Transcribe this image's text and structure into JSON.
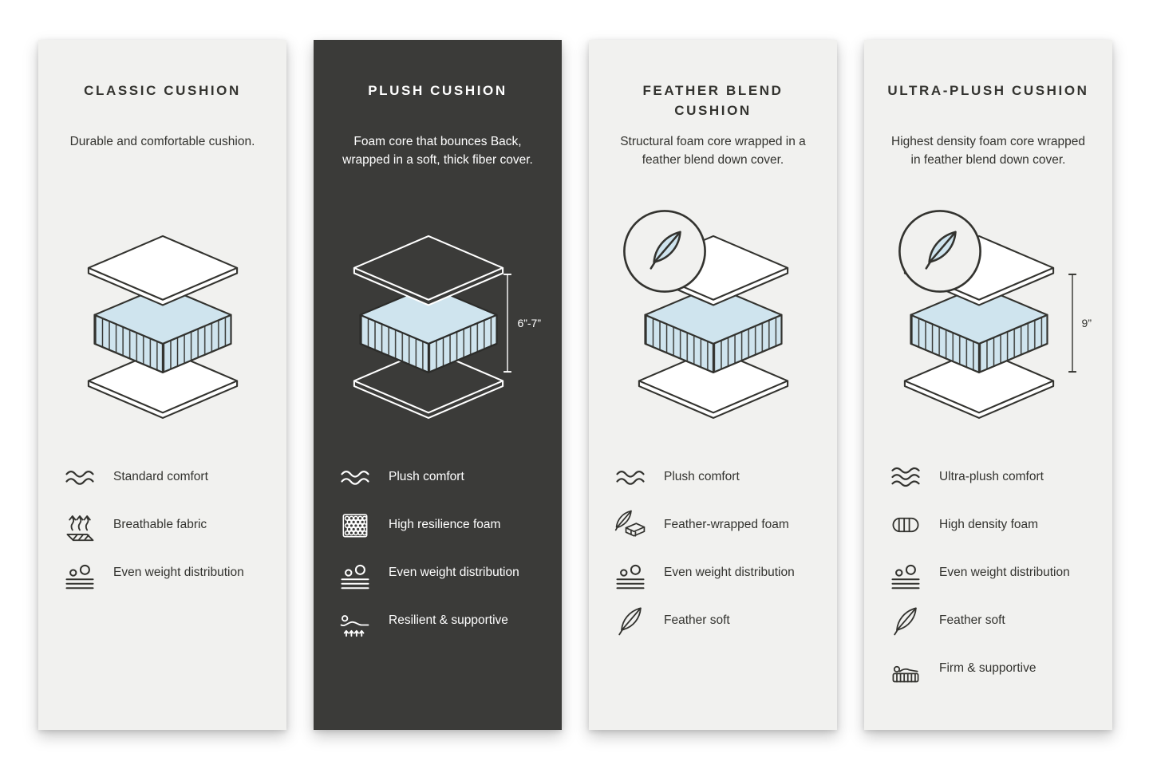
{
  "page": {
    "background": "#ffffff"
  },
  "colors": {
    "light_card_bg": "#f1f1ef",
    "dark_card_bg": "#3b3b39",
    "ink_dark": "#33332f",
    "ink_light": "#ffffff",
    "foam_blue": "#cfe4ee"
  },
  "cards": [
    {
      "title": "CLASSIC CUSHION",
      "description": "Durable and comfortable cushion.",
      "theme": "light",
      "has_feather_badge": false,
      "measurement": "",
      "features": [
        {
          "icon": "wave-icon",
          "label": "Standard comfort"
        },
        {
          "icon": "breathable-fabric-icon",
          "label": "Breathable fabric"
        },
        {
          "icon": "weight-distribution-icon",
          "label": "Even weight distribution"
        }
      ]
    },
    {
      "title": "PLUSH CUSHION",
      "description": "Foam core that bounces Back, wrapped in a soft, thick fiber cover.",
      "theme": "dark",
      "has_feather_badge": false,
      "measurement": "6”-7”",
      "features": [
        {
          "icon": "wave-icon",
          "label": "Plush comfort"
        },
        {
          "icon": "foam-cells-icon",
          "label": "High resilience foam"
        },
        {
          "icon": "weight-distribution-icon",
          "label": "Even weight distribution"
        },
        {
          "icon": "recliner-icon",
          "label": "Resilient & supportive"
        }
      ]
    },
    {
      "title": "FEATHER BLEND CUSHION",
      "description": "Structural foam core wrapped in a feather blend down cover.",
      "theme": "light",
      "has_feather_badge": true,
      "badge_icon": "feather-icon",
      "measurement": "",
      "features": [
        {
          "icon": "wave-icon",
          "label": "Plush comfort"
        },
        {
          "icon": "feather-wrapped-foam-icon",
          "label": "Feather-wrapped foam"
        },
        {
          "icon": "weight-distribution-icon",
          "label": "Even weight distribution"
        },
        {
          "icon": "feather-icon",
          "label": "Feather soft"
        }
      ]
    },
    {
      "title": "ULTRA-PLUSH CUSHION",
      "description": "Highest density foam core wrapped in feather blend down cover.",
      "theme": "light",
      "has_feather_badge": true,
      "badge_icon": "feather-icon",
      "measurement": "9”",
      "features": [
        {
          "icon": "wave-icon",
          "label": "Ultra-plush comfort"
        },
        {
          "icon": "density-foam-icon",
          "label": "High density foam"
        },
        {
          "icon": "weight-distribution-icon",
          "label": "Even weight distribution"
        },
        {
          "icon": "feather-icon",
          "label": "Feather soft"
        },
        {
          "icon": "firm-supportive-icon",
          "label": "Firm & supportive"
        }
      ]
    }
  ]
}
